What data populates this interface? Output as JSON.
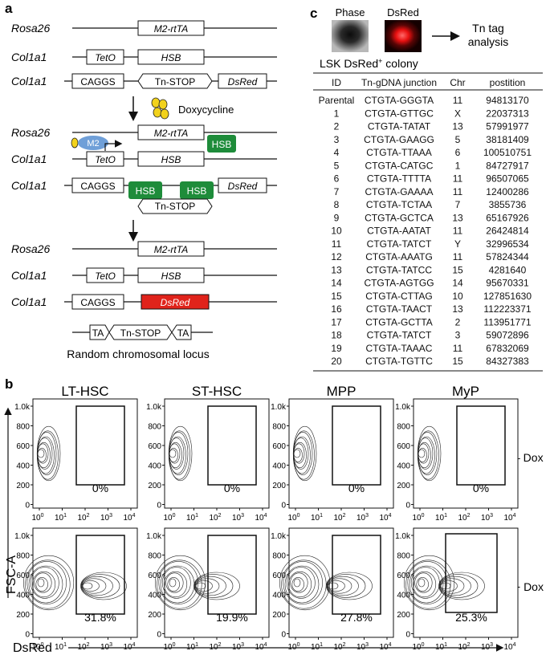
{
  "panel_a": {
    "label": "a",
    "rows1": [
      {
        "locus": "Rosa26",
        "box": "M2-rtTA"
      },
      {
        "locus": "Col1a1",
        "box1": "TetO",
        "box2": "HSB"
      },
      {
        "locus": "Col1a1",
        "box1": "CAGGS",
        "box2": "Tn-STOP",
        "box3": "DsRed"
      }
    ],
    "doxycycline": "Doxycycline",
    "rows2": [
      {
        "locus": "Rosa26",
        "box": "M2-rtTA"
      },
      {
        "locus": "Col1a1",
        "box1": "TetO",
        "box2": "HSB",
        "m2": "M2",
        "hsb_green": "HSB"
      },
      {
        "locus": "Col1a1",
        "box1": "CAGGS",
        "hsb1": "HSB",
        "hsb2": "HSB",
        "box3": "DsRed",
        "tn": "Tn-STOP"
      }
    ],
    "rows3": [
      {
        "locus": "Rosa26",
        "box": "M2-rtTA"
      },
      {
        "locus": "Col1a1",
        "box1": "TetO",
        "box2": "HSB"
      },
      {
        "locus": "Col1a1",
        "box1": "CAGGS",
        "box2": "DsRed"
      }
    ],
    "transposon": {
      "ta_left": "TA",
      "tn": "Tn-STOP",
      "ta_right": "TA"
    },
    "random_locus": "Random chromosomal locus",
    "colors": {
      "green": "#1e8c3a",
      "red": "#e0231b",
      "blue": "#6f9fd8",
      "yellow": "#f2d21c"
    }
  },
  "panel_c": {
    "label": "c",
    "phase": "Phase",
    "dsred": "DsRed",
    "analysis_line1": "Tn tag",
    "analysis_line2": "analysis",
    "colony_title": "LSK DsRed",
    "colony_sup": "+",
    "colony_tail": " colony",
    "headers": [
      "ID",
      "Tn-gDNA junction",
      "Chr",
      "postition"
    ],
    "rows": [
      [
        "Parental",
        "CTGTA-GGGTA",
        "11",
        "94813170"
      ],
      [
        "1",
        "CTGTA-GTTGC",
        "X",
        "22037313"
      ],
      [
        "2",
        "CTGTA-TATAT",
        "13",
        "57991977"
      ],
      [
        "3",
        "CTGTA-GAAGG",
        "5",
        "38181409"
      ],
      [
        "4",
        "CTGTA-TTAAA",
        "6",
        "100510751"
      ],
      [
        "5",
        "CTGTA-CATGC",
        "1",
        "84727917"
      ],
      [
        "6",
        "CTGTA-TTTTA",
        "11",
        "96507065"
      ],
      [
        "7",
        "CTGTA-GAAAA",
        "11",
        "12400286"
      ],
      [
        "8",
        "CTGTA-TCTAA",
        "7",
        "3855736"
      ],
      [
        "9",
        "CTGTA-GCTCA",
        "13",
        "65167926"
      ],
      [
        "10",
        "CTGTA-AATAT",
        "11",
        "26424814"
      ],
      [
        "11",
        "CTGTA-TATCT",
        "Y",
        "32996534"
      ],
      [
        "12",
        "CTGTA-AAATG",
        "11",
        "57824344"
      ],
      [
        "13",
        "CTGTA-TATCC",
        "15",
        "4281640"
      ],
      [
        "14",
        "CTGTA-AGTGG",
        "14",
        "95670331"
      ],
      [
        "15",
        "CTGTA-CTTAG",
        "10",
        "127851630"
      ],
      [
        "16",
        "CTGTA-TAACT",
        "13",
        "112223371"
      ],
      [
        "17",
        "CTGTA-GCTTA",
        "2",
        "113951771"
      ],
      [
        "18",
        "CTGTA-TATCT",
        "3",
        "59072896"
      ],
      [
        "19",
        "CTGTA-TAAAC",
        "11",
        "67832069"
      ],
      [
        "20",
        "CTGTA-TGTTC",
        "15",
        "84327383"
      ]
    ]
  },
  "panel_b": {
    "label": "b",
    "populations": [
      "LT-HSC",
      "ST-HSC",
      "MPP",
      "MyP"
    ],
    "row_labels": [
      "– Dox",
      "+ Dox"
    ],
    "percent_minus": [
      "0%",
      "0%",
      "0%",
      "0%"
    ],
    "percent_plus": [
      "31.8%",
      "19.9%",
      "27.8%",
      "25.3%"
    ],
    "y_ticks": [
      "1.0k",
      "800",
      "600",
      "400",
      "200",
      "0"
    ],
    "x_ticks": [
      "10",
      "10",
      "10",
      "10",
      "10"
    ],
    "x_tick_exps": [
      "0",
      "1",
      "2",
      "3",
      "4"
    ],
    "y_axis_label": "FSC-A",
    "x_axis_label": "DsRed"
  }
}
